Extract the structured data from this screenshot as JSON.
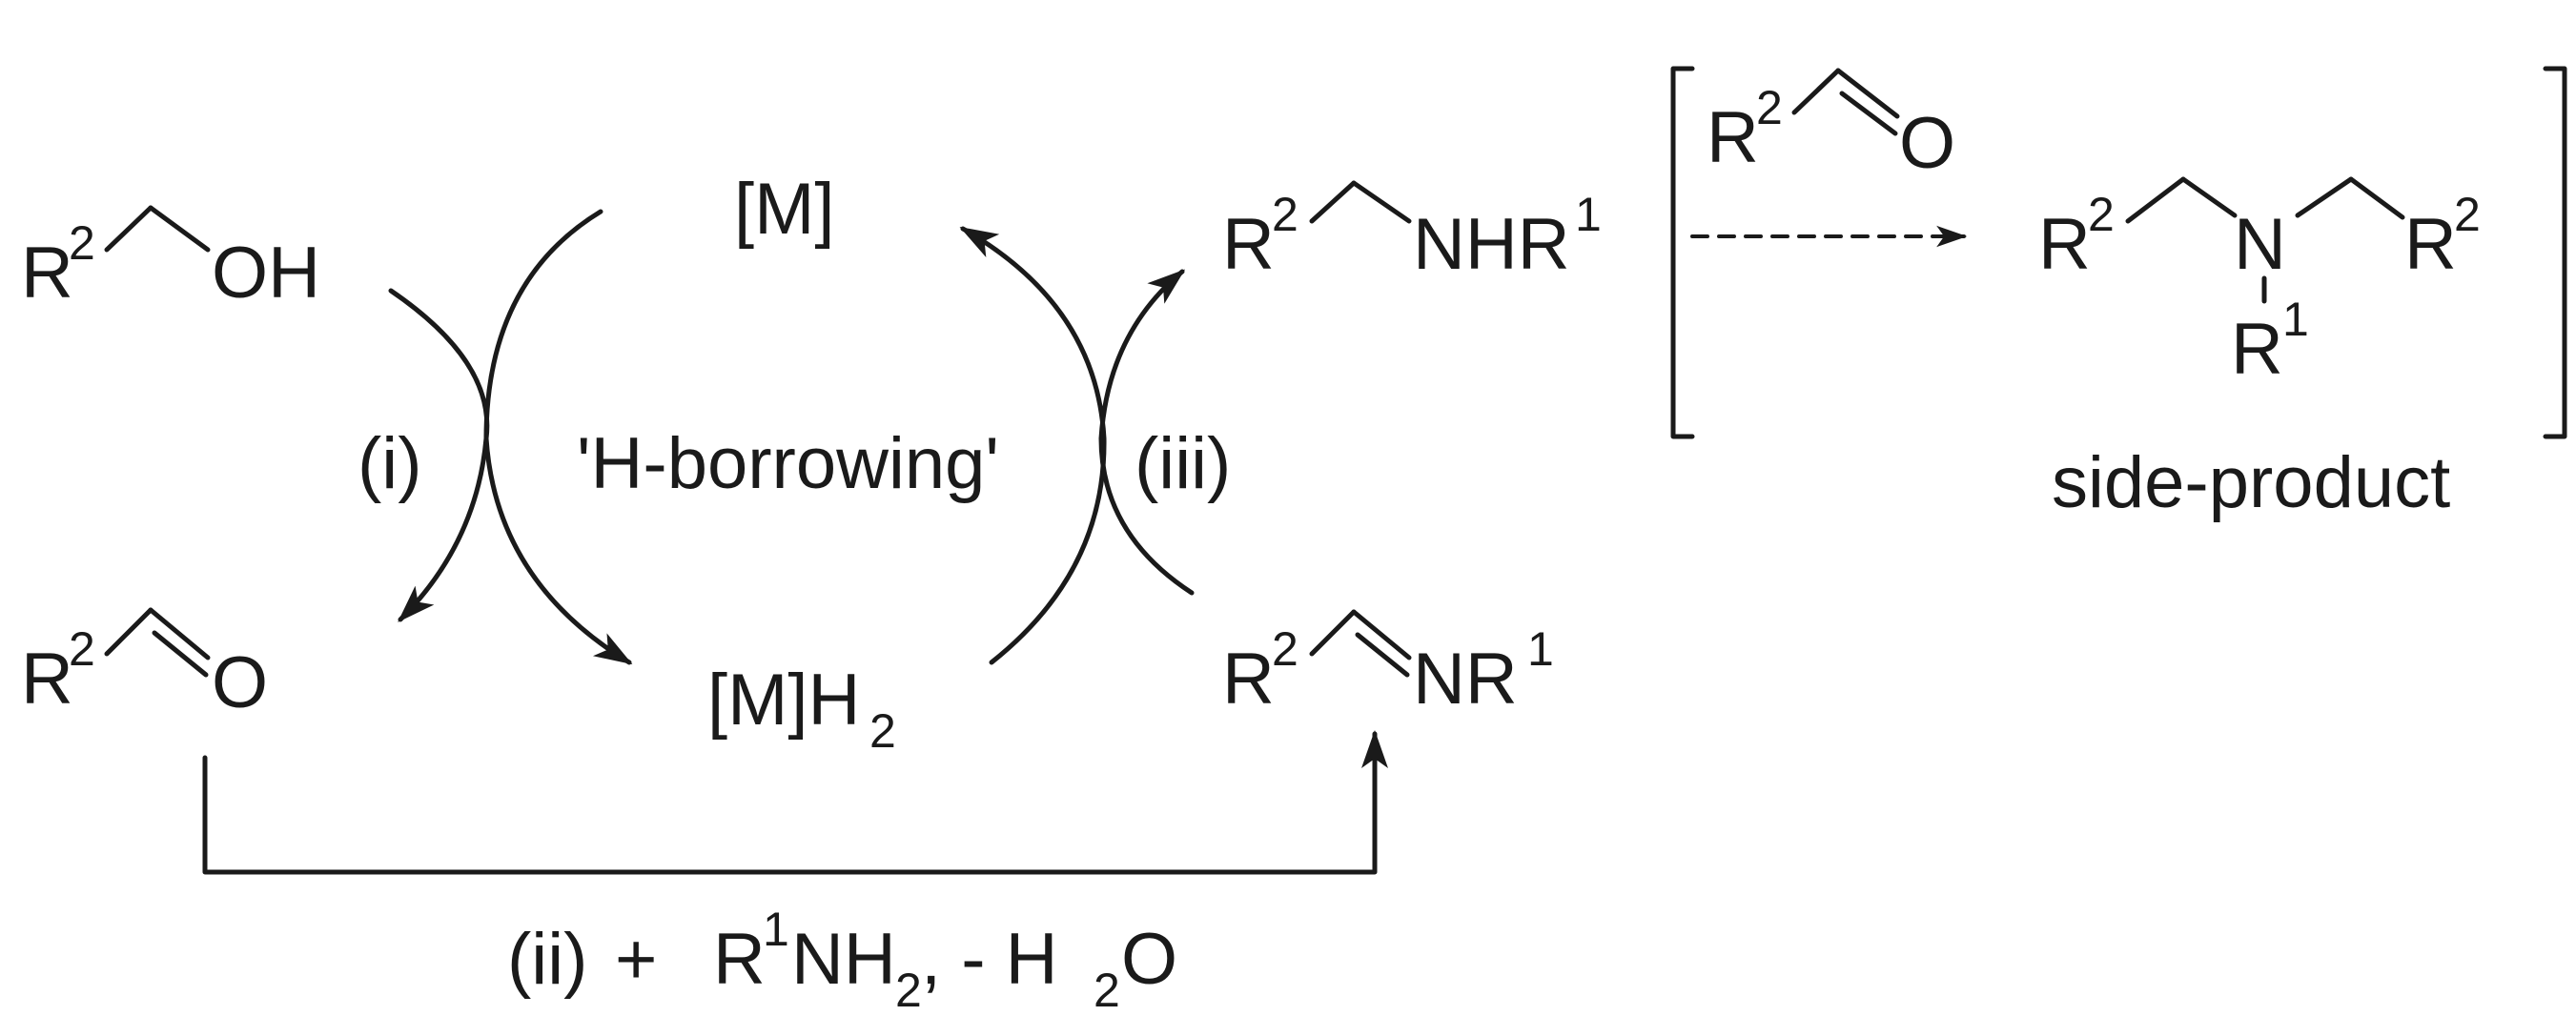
{
  "scheme": {
    "alcohol": {
      "r": "R",
      "r_sup": "2",
      "oh": "OH"
    },
    "aldehyde": {
      "r": "R",
      "r_sup": "2",
      "o": "O"
    },
    "catalyst": "[M]",
    "catalyst_h2": {
      "base": "[M]H",
      "sub": "2"
    },
    "center_label": "'H-borrowing'",
    "step_i": "(i)",
    "step_iii": "(iii)",
    "product_amine": {
      "r": "R",
      "r_sup": "2",
      "nhr": "NHR",
      "nhr_sup": "1"
    },
    "imine": {
      "r": "R",
      "r_sup": "2",
      "nr": "NR",
      "nr_sup": "1"
    },
    "condensation": {
      "step": "(ii)",
      "plus": "+",
      "r": "R",
      "r_sup": "1",
      "nh": "NH",
      "nh_sub": "2",
      "minus": ", - H",
      "h2o_sub": "2",
      "o": "O"
    },
    "bracket_aldehyde": {
      "r": "R",
      "r_sup": "2",
      "o": "O"
    },
    "side_product": {
      "r_left": "R",
      "r_left_sup": "2",
      "n": "N",
      "r_right": "R",
      "r_right_sup": "2",
      "r_bottom": "R",
      "r_bottom_sup": "1",
      "label": "side-product"
    }
  },
  "colors": {
    "ink": "#1a1a1a",
    "background": "#ffffff"
  }
}
